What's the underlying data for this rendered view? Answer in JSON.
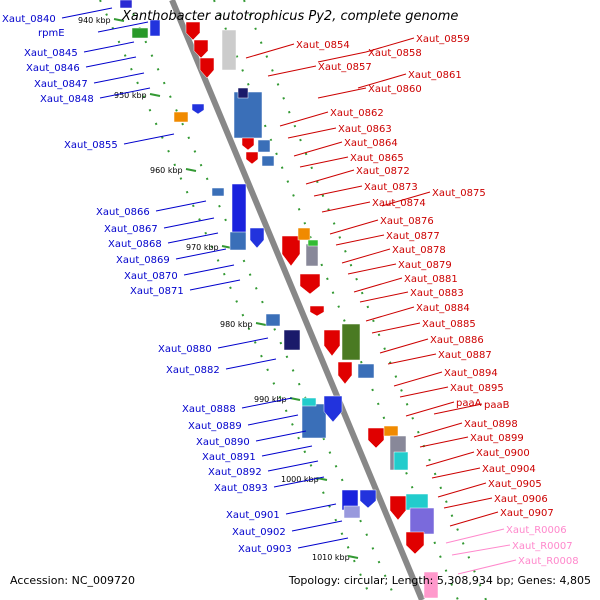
{
  "title": "Xanthobacter autotrophicus Py2, complete genome",
  "accession": "Accession: NC_009720",
  "summary": "Topology: circular; Length: 5,308,934 bp; Genes: 4,805",
  "kbp_ticks": [
    "940 kbp",
    "950 kbp",
    "960 kbp",
    "970 kbp",
    "980 kbp",
    "990 kbp",
    "1000 kbp",
    "1010 kbp"
  ],
  "colors": {
    "reverse_label": "#0000cc",
    "forward_label": "#cc0000",
    "rna_label": "#ff88cc",
    "backbone": "#888888",
    "tick": "#339933"
  },
  "reverse_genes": [
    "Xaut_0840",
    "rpmE",
    "Xaut_0845",
    "Xaut_0846",
    "Xaut_0847",
    "Xaut_0848",
    "Xaut_0855",
    "Xaut_0866",
    "Xaut_0867",
    "Xaut_0868",
    "Xaut_0869",
    "Xaut_0870",
    "Xaut_0871",
    "Xaut_0880",
    "Xaut_0882",
    "Xaut_0888",
    "Xaut_0889",
    "Xaut_0890",
    "Xaut_0891",
    "Xaut_0892",
    "Xaut_0893",
    "Xaut_0901",
    "Xaut_0902",
    "Xaut_0903"
  ],
  "forward_genes": [
    "Xaut_0854",
    "Xaut_0858",
    "Xaut_0859",
    "Xaut_0857",
    "Xaut_0861",
    "Xaut_0860",
    "Xaut_0862",
    "Xaut_0863",
    "Xaut_0864",
    "Xaut_0865",
    "Xaut_0872",
    "Xaut_0873",
    "Xaut_0875",
    "Xaut_0874",
    "Xaut_0876",
    "Xaut_0877",
    "Xaut_0878",
    "Xaut_0879",
    "Xaut_0881",
    "Xaut_0883",
    "Xaut_0884",
    "Xaut_0885",
    "Xaut_0886",
    "Xaut_0887",
    "Xaut_0894",
    "Xaut_0895",
    "paaA",
    "paaB",
    "Xaut_0898",
    "Xaut_0899",
    "Xaut_0900",
    "Xaut_0904",
    "Xaut_0905",
    "Xaut_0906",
    "Xaut_0907"
  ],
  "rna_genes": [
    "Xaut_R0006",
    "Xaut_R0007",
    "Xaut_R0008"
  ]
}
